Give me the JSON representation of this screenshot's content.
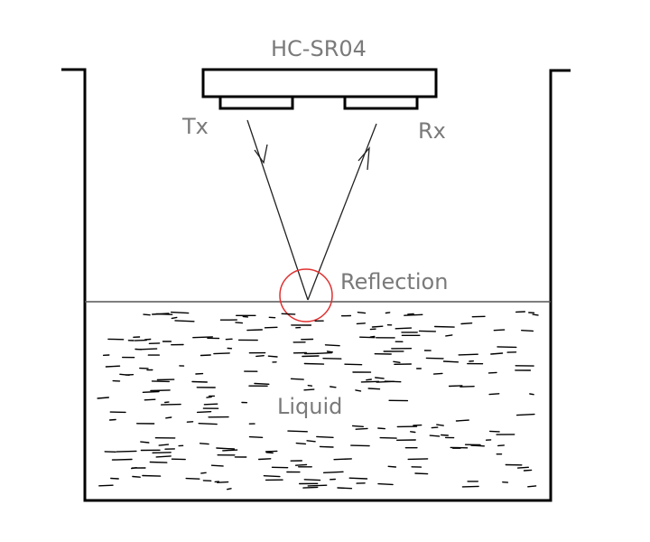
{
  "labels": {
    "sensor": "HC-SR04",
    "transmitter": "Tx",
    "receiver": "Rx",
    "reflection": "Reflection",
    "liquid": "Liquid"
  },
  "colors": {
    "ink": "#000000",
    "label": "#7a7a7a",
    "highlight": "#e03030",
    "surface": "#555555"
  }
}
